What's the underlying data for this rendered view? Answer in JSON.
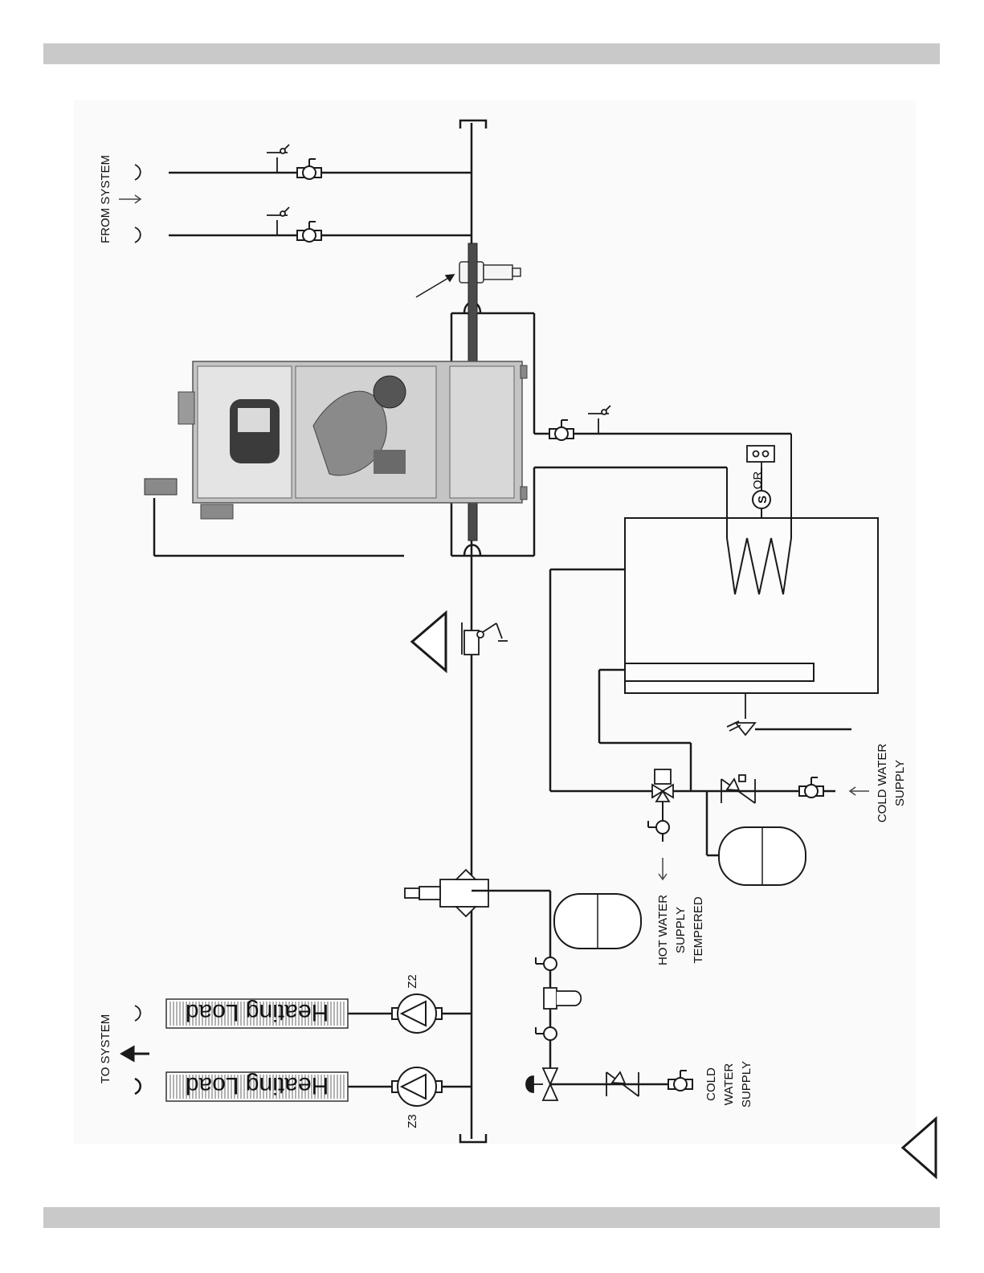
{
  "labels": {
    "from_system": "FROM SYSTEM",
    "to_system": "TO SYSTEM",
    "zone_2": "Z2",
    "zone_3": "Z3",
    "heating_load_1": "Heating Load",
    "heating_load_2": "Heating Load",
    "cold_water_supply_1_line1": "COLD WATER",
    "cold_water_supply_1_line2": "SUPPLY",
    "cold_water_supply_2_line1": "COLD",
    "cold_water_supply_2_line2": "WATER",
    "cold_water_supply_2_line3": "SUPPLY",
    "hot_water_line1": "HOT WATER",
    "hot_water_line2": "SUPPLY",
    "hot_water_line3": "TEMPERED",
    "or_text": "OR",
    "sensor_s": "S"
  },
  "colors": {
    "line": "#1a1a1a",
    "bar": "#c9c9c9",
    "boiler_body": "#bdbdbd",
    "boiler_dark": "#3a3a3a"
  }
}
